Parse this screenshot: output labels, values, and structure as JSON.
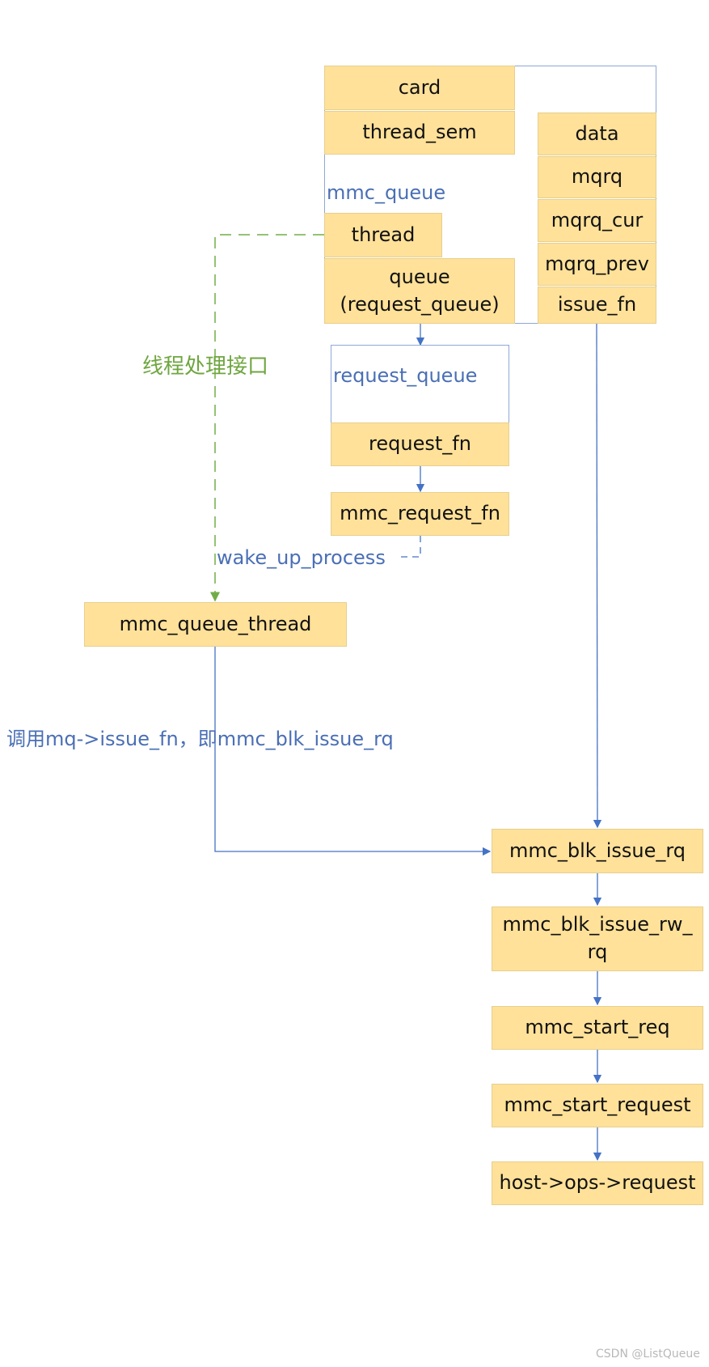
{
  "mmc_queue": {
    "label": "mmc_queue",
    "fields": {
      "card": "card",
      "thread_sem": "thread_sem",
      "thread": "thread",
      "queue": "queue\n(request_queue)",
      "data": "data",
      "mqrq": "mqrq",
      "mqrq_cur": "mqrq_cur",
      "mqrq_prev": "mqrq_prev",
      "issue_fn": "issue_fn"
    }
  },
  "request_queue": {
    "label": "request_queue",
    "request_fn": "request_fn"
  },
  "nodes": {
    "mmc_request_fn": "mmc_request_fn",
    "mmc_queue_thread": "mmc_queue_thread",
    "mmc_blk_issue_rq": "mmc_blk_issue_rq",
    "mmc_blk_issue_rw_rq": "mmc_blk_issue_rw_\nrq",
    "mmc_start_req": "mmc_start_req",
    "mmc_start_request": "mmc_start_request",
    "host_ops_request": "host->ops->request"
  },
  "edge_labels": {
    "thread_interface": "线程处理接口",
    "wake_up_process": "wake_up_process",
    "call_issue_fn": "调用mq->issue_fn，即mmc_blk_issue_rq"
  },
  "watermark": "CSDN @ListQueue",
  "colors": {
    "box_fill": "#ffe199",
    "line_blue": "#4472c4",
    "line_green": "#70ad47",
    "text_blue": "#4a6fb5"
  }
}
